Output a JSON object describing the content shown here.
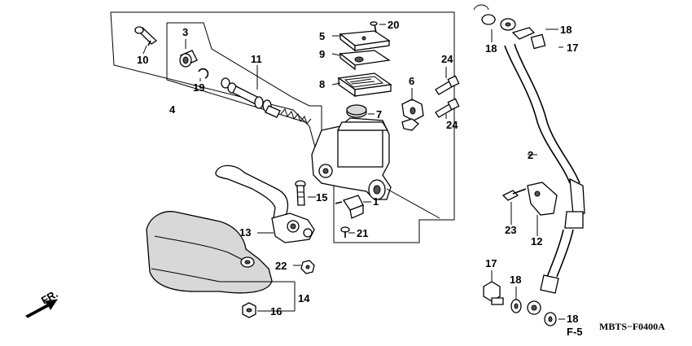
{
  "diagram": {
    "code": "MBTS−F0400A",
    "direction_label": "FR.",
    "ref_label": "F-5",
    "callouts": {
      "c1": "1",
      "c2": "2",
      "c3": "3",
      "c4": "4",
      "c5": "5",
      "c6": "6",
      "c7": "7",
      "c8": "8",
      "c9": "9",
      "c10": "10",
      "c11": "11",
      "c12": "12",
      "c13": "13",
      "c14": "14",
      "c15": "15",
      "c16": "16",
      "c17a": "17",
      "c17b": "17",
      "c18a": "18",
      "c18b": "18",
      "c18c": "18",
      "c18d": "18",
      "c19": "19",
      "c20": "20",
      "c21": "21",
      "c22": "22",
      "c23": "23",
      "c24a": "24",
      "c24b": "24"
    }
  }
}
